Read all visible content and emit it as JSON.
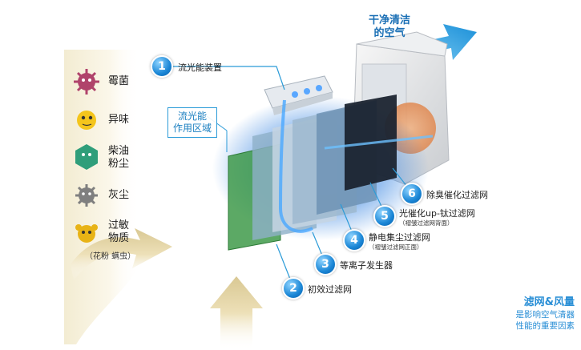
{
  "pollutants": [
    {
      "label": "霉菌",
      "icon": "mold-icon"
    },
    {
      "label": "异味",
      "icon": "odor-icon"
    },
    {
      "label": "柴油\n粉尘",
      "line1": "柴油",
      "line2": "粉尘",
      "icon": "diesel-dust-icon"
    },
    {
      "label": "灰尘",
      "icon": "dust-icon"
    },
    {
      "line1": "过敏",
      "line2": "物质",
      "sub": "（花粉  螨虫）",
      "icon": "allergen-icon"
    }
  ],
  "clean_air": {
    "line1": "干净清洁",
    "line2": "的空气"
  },
  "zone_label": {
    "line1": "流光能",
    "line2": "作用区域"
  },
  "steps": [
    {
      "num": "1",
      "label": "流光能装置"
    },
    {
      "num": "2",
      "label": "初效过滤网"
    },
    {
      "num": "3",
      "label": "等离子发生器"
    },
    {
      "num": "4",
      "label": "静电集尘过滤网",
      "sub": "（褶皱过滤网正面）"
    },
    {
      "num": "5",
      "label": "光催化up-钛过滤网",
      "sub": "（褶皱过滤网背面）"
    },
    {
      "num": "6",
      "label": "除臭催化过滤网"
    }
  ],
  "footnote": {
    "line1": "滤网&风量",
    "line2": "是影响空气清器",
    "line3": "性能的重要因素"
  },
  "colors": {
    "accent": "#1a86d6",
    "footnote_blue": "#2a8fd6",
    "airflow": "#ffffff"
  }
}
